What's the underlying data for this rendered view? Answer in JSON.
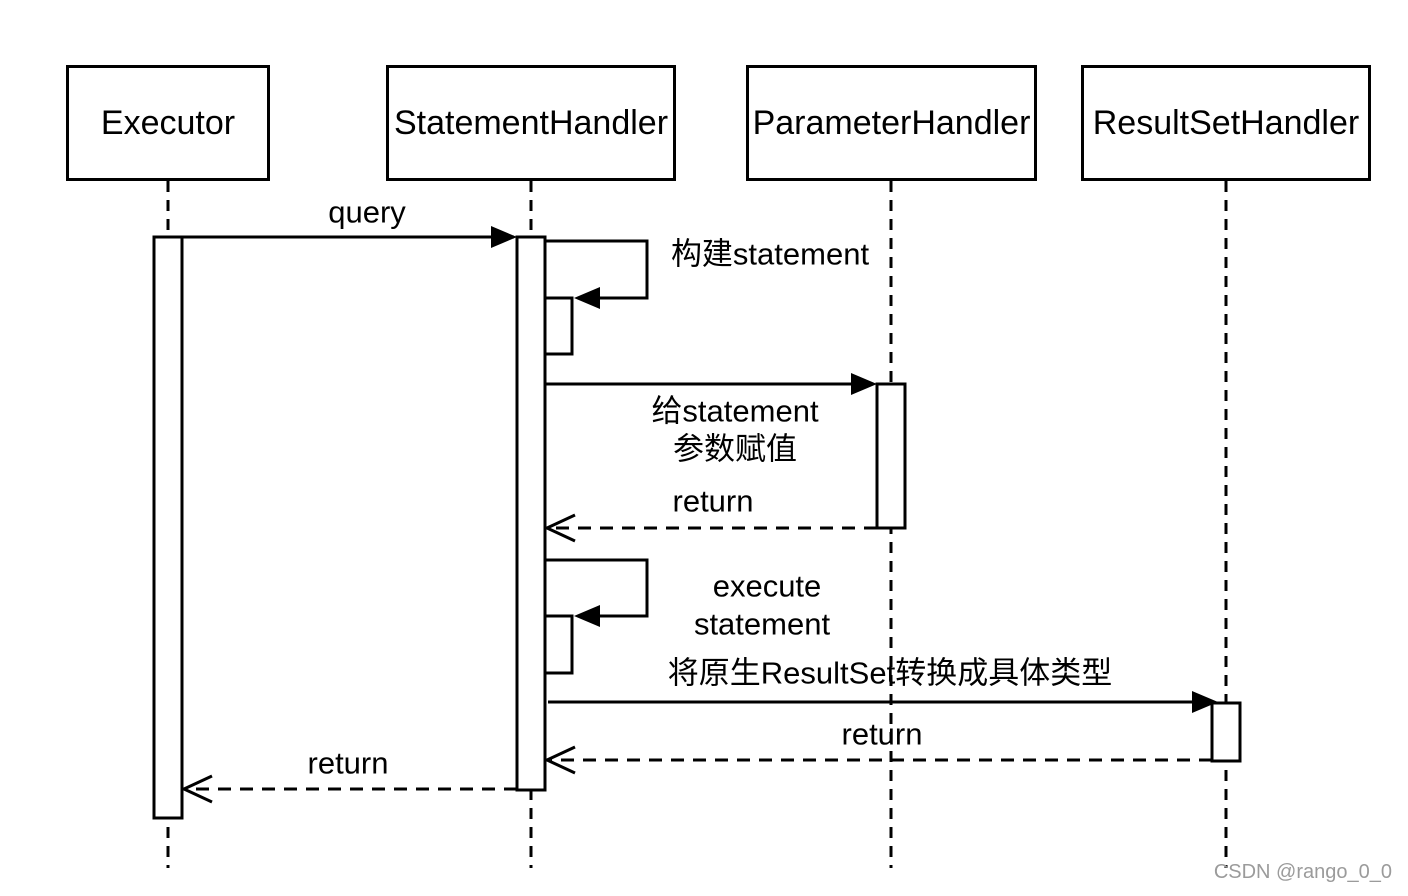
{
  "diagram": {
    "type": "uml-sequence-diagram",
    "actors": [
      {
        "label": "Executor"
      },
      {
        "label": "StatementHandler"
      },
      {
        "label": "ParameterHandler"
      },
      {
        "label": "ResultSetHandler"
      }
    ],
    "messages": [
      {
        "label": "query",
        "style": "solid",
        "from": "Executor",
        "to": "StatementHandler"
      },
      {
        "label": "构建statement",
        "style": "self-call",
        "from": "StatementHandler",
        "to": "StatementHandler"
      },
      {
        "lines": [
          "给statement",
          "参数赋值"
        ],
        "style": "solid",
        "from": "StatementHandler",
        "to": "ParameterHandler"
      },
      {
        "label": "return",
        "style": "dashed-return",
        "from": "ParameterHandler",
        "to": "StatementHandler"
      },
      {
        "lines": [
          "execute",
          "statement"
        ],
        "style": "self-call",
        "from": "StatementHandler",
        "to": "StatementHandler"
      },
      {
        "label": "将原生ResultSet转换成具体类型",
        "style": "solid",
        "from": "StatementHandler",
        "to": "ResultSetHandler"
      },
      {
        "label": "return",
        "style": "dashed-return",
        "from": "ResultSetHandler",
        "to": "StatementHandler"
      },
      {
        "label": "return",
        "style": "dashed-return",
        "from": "StatementHandler",
        "to": "Executor"
      }
    ],
    "watermark": {
      "text": "CSDN @rango_0_0",
      "color": "#9b9b9b"
    },
    "colors": {
      "line": "#000000",
      "background": "#ffffff",
      "watermark": "#9b9b9b"
    }
  }
}
